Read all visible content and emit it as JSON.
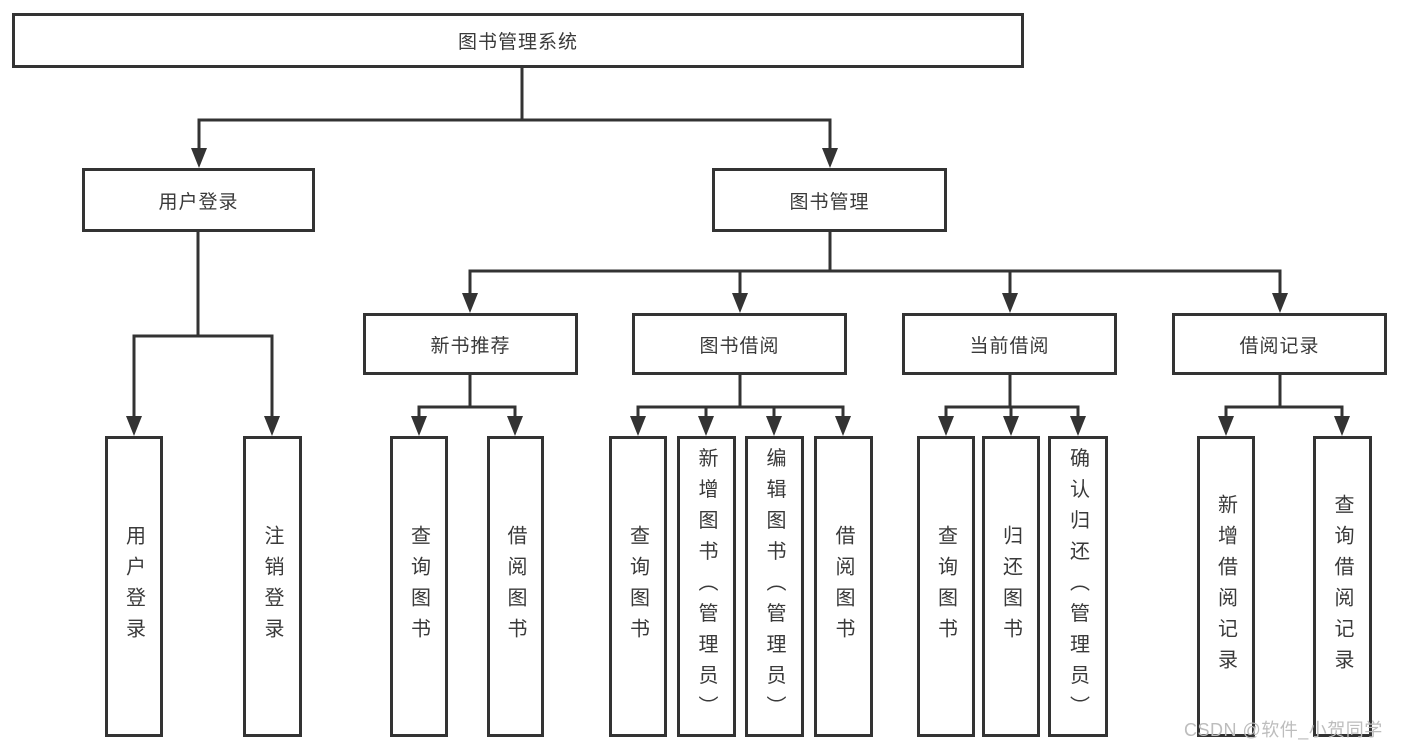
{
  "diagram": {
    "type": "tree",
    "title": "图书管理系统",
    "watermark": "CSDN @软件_小贺同学",
    "colors": {
      "line": "#333333",
      "box_border": "#333333",
      "box_background": "#ffffff",
      "text": "#3a3a3a",
      "watermark": "#bdbdbd",
      "background": "#ffffff"
    },
    "tree": {
      "label": "图书管理系统",
      "children": [
        {
          "label": "用户登录",
          "children": [
            {
              "label": "用户登录"
            },
            {
              "label": "注销登录"
            }
          ]
        },
        {
          "label": "图书管理",
          "children": [
            {
              "label": "新书推荐",
              "children": [
                {
                  "label": "查询图书"
                },
                {
                  "label": "借阅图书"
                }
              ]
            },
            {
              "label": "图书借阅",
              "children": [
                {
                  "label": "查询图书"
                },
                {
                  "label": "新增图书（管理员）"
                },
                {
                  "label": "编辑图书（管理员）"
                },
                {
                  "label": "借阅图书"
                }
              ]
            },
            {
              "label": "当前借阅",
              "children": [
                {
                  "label": "查询图书"
                },
                {
                  "label": "归还图书"
                },
                {
                  "label": "确认归还（管理员）"
                }
              ]
            },
            {
              "label": "借阅记录",
              "children": [
                {
                  "label": "新增借阅记录"
                },
                {
                  "label": "查询借阅记录"
                }
              ]
            }
          ]
        }
      ]
    }
  }
}
